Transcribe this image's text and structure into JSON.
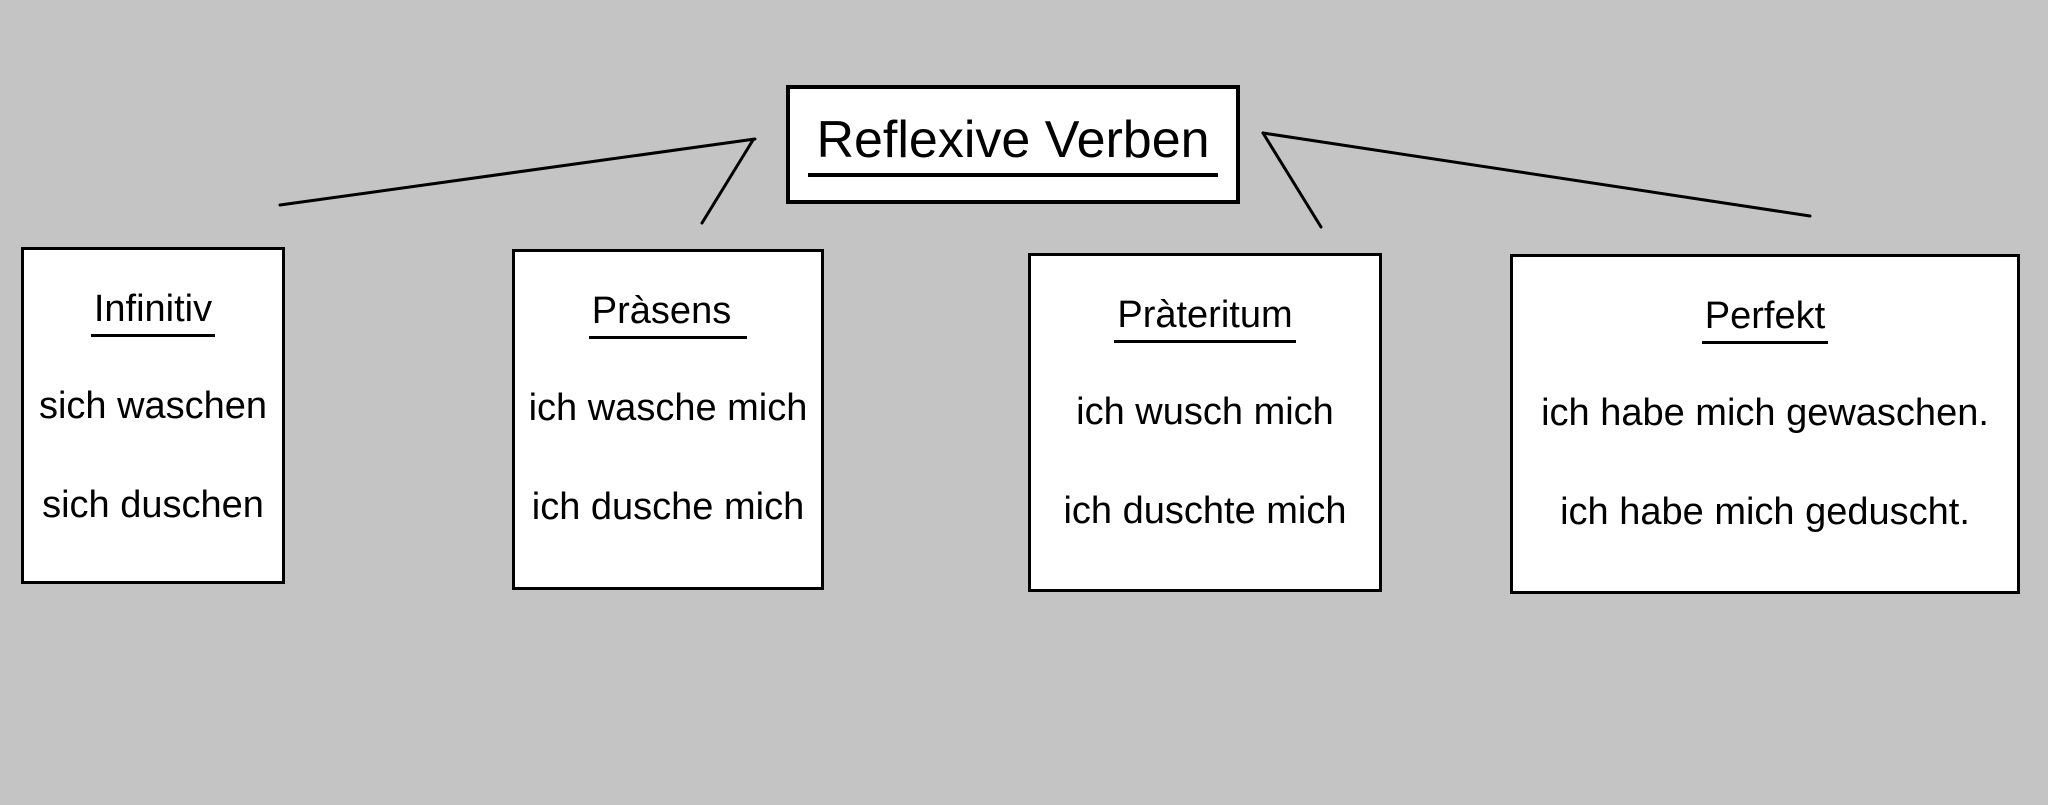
{
  "title": {
    "text": "Reflexive Verben"
  },
  "boxes": [
    {
      "heading": "Infinitiv",
      "items": [
        "sich waschen",
        "sich duschen"
      ]
    },
    {
      "heading": "Pràsens",
      "items": [
        "ich wasche mich",
        "ich dusche mich"
      ]
    },
    {
      "heading": "Pràteritum",
      "items": [
        "ich wusch mich",
        "ich duschte mich"
      ]
    },
    {
      "heading": "Perfekt",
      "items": [
        "ich habe mich gewaschen.",
        "ich habe mich geduscht."
      ]
    }
  ],
  "colors": {
    "background": "#c4c4c4",
    "box_background": "#ffffff",
    "line": "#000000",
    "text": "#000000"
  }
}
